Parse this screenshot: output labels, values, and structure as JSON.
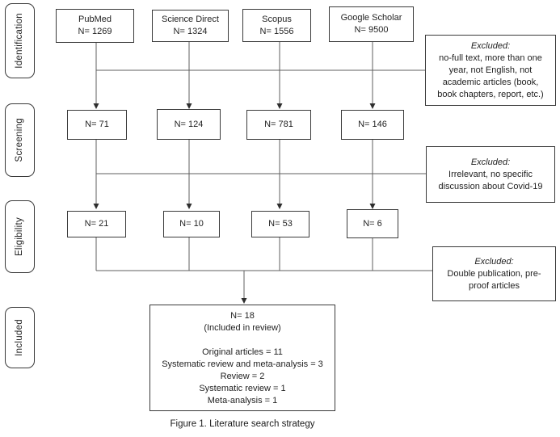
{
  "figure": {
    "caption": "Figure 1. Literature search strategy"
  },
  "stages": [
    {
      "label": "Identification"
    },
    {
      "label": "Screening"
    },
    {
      "label": "Eligibility"
    },
    {
      "label": "Included"
    }
  ],
  "sources": [
    {
      "name": "PubMed",
      "count": "N= 1269"
    },
    {
      "name": "Science Direct",
      "count": "N= 1324"
    },
    {
      "name": "Scopus",
      "count": "N= 1556"
    },
    {
      "name": "Google Scholar",
      "count": "N= 9500"
    }
  ],
  "screening": [
    {
      "count": "N= 71"
    },
    {
      "count": "N= 124"
    },
    {
      "count": "N= 781"
    },
    {
      "count": "N= 146"
    }
  ],
  "eligibility": [
    {
      "count": "N= 21"
    },
    {
      "count": "N= 10"
    },
    {
      "count": "N= 53"
    },
    {
      "count": "N= 6"
    }
  ],
  "excluded": [
    {
      "title": "Excluded:",
      "body": "no-full text, more than one\nyear, not English, not\nacademic articles (book,\nbook chapters, report, etc.)"
    },
    {
      "title": "Excluded:",
      "body": "Irrelevant, no specific\ndiscussion about Covid-19"
    },
    {
      "title": "Excluded:",
      "body": "Double publication, pre-\nproof articles"
    }
  ],
  "included": {
    "count": "N= 18",
    "subtitle": "(Included in review)",
    "breakdown": "Original articles = 11\nSystematic review and meta-analysis = 3\nReview = 2\nSystematic review = 1\nMeta-analysis = 1"
  },
  "colors": {
    "box_border": "#3a3a3a",
    "connector_line": "#5f5f5f",
    "text": "#1f1f1f"
  }
}
